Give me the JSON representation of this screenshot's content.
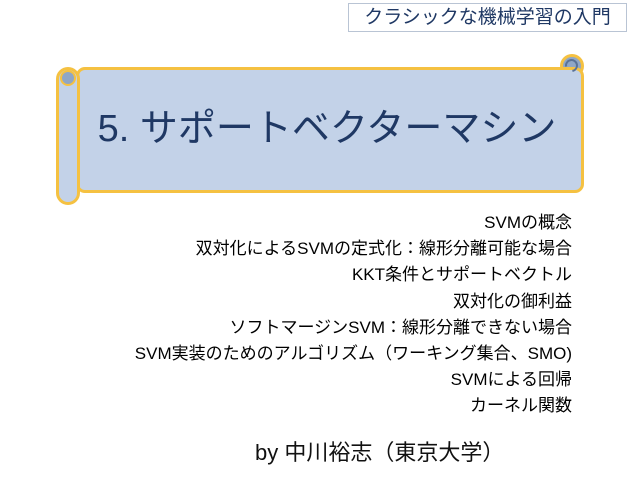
{
  "header": {
    "label": "クラシックな機械学習の入門",
    "text_color": "#1F3864",
    "border_color": "#B9C4D4"
  },
  "banner": {
    "title": "5. サポートベクターマシン",
    "shape": "horizontal-scroll",
    "fill_color": "#C3D2E8",
    "border_color": "#F5C141",
    "roll_color": "#8FA6C6",
    "title_color": "#1F3864"
  },
  "outline": {
    "items": [
      {
        "label": "SVMの概念"
      },
      {
        "label": "双対化によるSVMの定式化：線形分離可能な場合"
      },
      {
        "label": "KKT条件とサポートベクトル"
      },
      {
        "label": "双対化の御利益"
      },
      {
        "label": "ソフトマージンSVM：線形分離できない場合"
      },
      {
        "label": "SVM実装のためのアルゴリズム（ワーキング集合、SMO)"
      },
      {
        "label": "SVMによる回帰"
      },
      {
        "label": "カーネル関数"
      }
    ],
    "text_color": "#000000",
    "align": "right"
  },
  "byline": {
    "label": "by 中川裕志（東京大学）",
    "text_color": "#111111"
  },
  "slide": {
    "background": "#FFFFFF"
  }
}
